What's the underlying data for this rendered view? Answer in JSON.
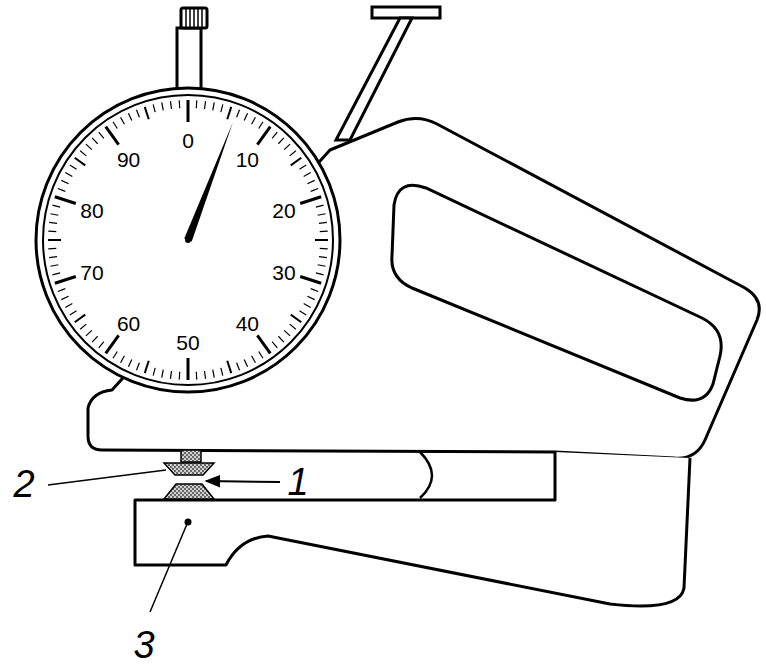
{
  "diagram": {
    "labels": [
      "0",
      "10",
      "20",
      "30",
      "40",
      "50",
      "60",
      "70",
      "80",
      "90",
      "2",
      "1",
      "3"
    ]
  }
}
